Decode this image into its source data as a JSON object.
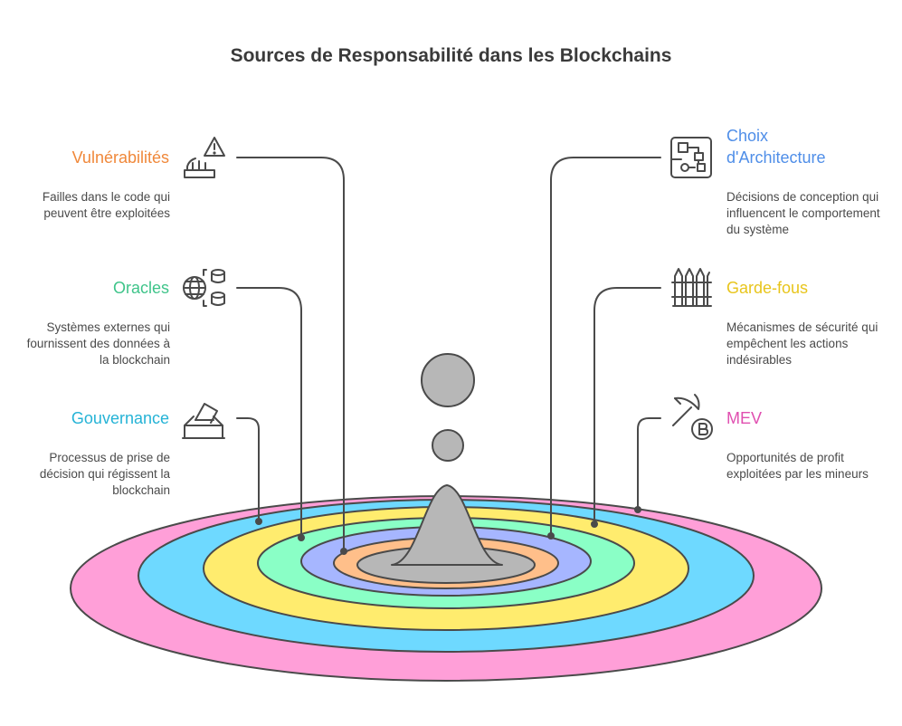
{
  "title": "Sources de Responsabilité dans les Blockchains",
  "colors": {
    "ring_pink": "#ff9fd8",
    "ring_blue": "#6ed9ff",
    "ring_yellow": "#ffec6e",
    "ring_green": "#8affc6",
    "ring_lavender": "#a6b6ff",
    "ring_orange": "#ffbf8a",
    "center_gray": "#b7b7b7",
    "line": "#4a4a4a"
  },
  "items": {
    "vulnerabilites": {
      "label": "Vulnérabilités",
      "description": "Failles dans le code qui peuvent être exploitées",
      "color": "#f0883a",
      "icon": "warning-dashboard-icon"
    },
    "oracles": {
      "label": "Oracles",
      "description": "Systèmes externes qui fournissent des données à la blockchain",
      "color": "#3fc48a",
      "icon": "globe-database-icon"
    },
    "gouvernance": {
      "label": "Gouvernance",
      "description": "Processus de prise de décision qui régissent la blockchain",
      "color": "#25b3d6",
      "icon": "ballot-box-icon"
    },
    "architecture": {
      "label": "Choix d'Architecture",
      "description": "Décisions de conception qui influencent le comportement du système",
      "color": "#4f8ee8",
      "icon": "circuit-chip-icon"
    },
    "garde_fous": {
      "label": "Garde-fous",
      "description": "Mécanismes de sécurité qui empêchent les actions indésirables",
      "color": "#e8c51c",
      "icon": "fence-icon"
    },
    "mev": {
      "label": "MEV",
      "description": "Opportunités de profit exploitées par les mineurs",
      "color": "#e04fb0",
      "icon": "pickaxe-bitcoin-icon"
    }
  }
}
